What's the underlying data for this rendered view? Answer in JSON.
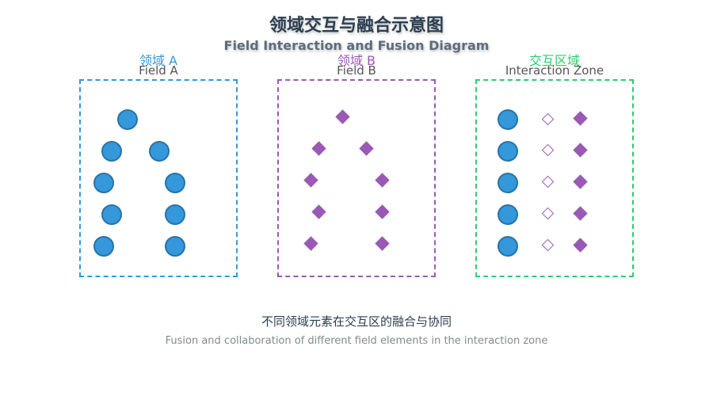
{
  "title": {
    "main": "领域交互与融合示意图",
    "sub": "Field Interaction and Fusion Diagram"
  },
  "colors": {
    "field_a": "#3498db",
    "field_b": "#9b59b6",
    "interaction": "#2ecc71",
    "circle_fill": "#3498db",
    "diamond_fill": "#9b59b6"
  },
  "fields": [
    {
      "cn": "领域 A",
      "en": "Field A"
    },
    {
      "cn": "领域 B",
      "en": "Field B"
    },
    {
      "cn": "交互区域",
      "en": "Interaction Zone"
    }
  ],
  "caption": {
    "cn": "不同领域元素在交互区的融合与协同",
    "en": "Fusion and collaboration of different field elements in the interaction zone"
  }
}
